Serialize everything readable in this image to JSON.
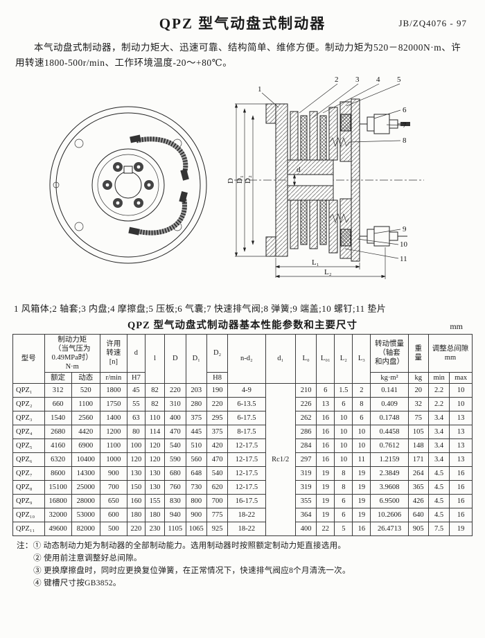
{
  "page": {
    "title": "QPZ 型气动盘式制动器",
    "standard": "JB/ZQ4076 - 97",
    "intro": "本气动盘式制动器，制动力矩大、迅速可靠、结构简单、维修方便。制动力矩为520－82000N·m、许用转速1800-500r/min、工作环境温度-20～+80℃。",
    "parts_list": "1 风箱体;2 轴套;3 内盘;4 摩擦盘;5 压板;6 气囊;7 快速排气阀;8 弹簧;9 端盖;10 螺钉;11 垫片",
    "table_title": "QPZ 型气动盘式制动器基本性能参数和主要尺寸",
    "table_unit": "mm"
  },
  "drawing": {
    "callouts": [
      "1",
      "2",
      "3",
      "4",
      "5",
      "6",
      "7",
      "8",
      "9",
      "10",
      "11"
    ],
    "dim_labels": {
      "D": "D",
      "D1": "D₁",
      "D2": "D₂",
      "d": "d",
      "L1": "L₁",
      "L2": "L₂"
    }
  },
  "table": {
    "headers": {
      "model": "型号",
      "torque": "制动力矩\n（当气压为\n0.49MPa时）\nN·m",
      "rated": "额定",
      "dynamic": "动态",
      "speed": "许用\n转速\n[n]",
      "speed_unit": "r/min",
      "d": "d",
      "d_fit": "H7",
      "l": "l",
      "D": "D",
      "D1": "D₁",
      "D2": "D₂",
      "D2_fit": "H8",
      "n_d2": "n-d₂",
      "d1": "d₁",
      "L0": "L₀",
      "L01": "L₀₁",
      "L2": "L₂",
      "L3": "L₃",
      "inertia": "转动惯量\n（轴套\n和内盘）",
      "inertia_unit": "kg·m²",
      "weight": "重\n量",
      "weight_unit": "kg",
      "gap": "调整总间隙\nmm",
      "gap_min": "min",
      "gap_max": "max"
    },
    "d1_value": "Rc1/2",
    "rows": [
      {
        "model": "QPZ₁",
        "cells": [
          "312",
          "520",
          "1800",
          "45",
          "82",
          "220",
          "203",
          "190",
          "4-9",
          "210",
          "6",
          "1.5",
          "2",
          "0.141",
          "20",
          "2.2",
          "10"
        ]
      },
      {
        "model": "QPZ₂",
        "cells": [
          "660",
          "1100",
          "1750",
          "55",
          "82",
          "310",
          "280",
          "220",
          "6-13.5",
          "226",
          "13",
          "6",
          "8",
          "0.409",
          "32",
          "2.2",
          "10"
        ]
      },
      {
        "model": "QPZ₃",
        "cells": [
          "1540",
          "2560",
          "1400",
          "63",
          "110",
          "400",
          "375",
          "295",
          "6-17.5",
          "262",
          "16",
          "10",
          "6",
          "0.1748",
          "75",
          "3.4",
          "13"
        ]
      },
      {
        "model": "QPZ₄",
        "cells": [
          "2680",
          "4420",
          "1200",
          "80",
          "114",
          "470",
          "445",
          "375",
          "8-17.5",
          "286",
          "16",
          "10",
          "10",
          "0.4458",
          "105",
          "3.4",
          "13"
        ]
      },
      {
        "model": "QPZ₅",
        "cells": [
          "4160",
          "6900",
          "1100",
          "100",
          "120",
          "540",
          "510",
          "420",
          "12-17.5",
          "284",
          "16",
          "10",
          "10",
          "0.7612",
          "148",
          "3.4",
          "13"
        ]
      },
      {
        "model": "QPZ₆",
        "cells": [
          "6320",
          "10400",
          "1000",
          "120",
          "120",
          "590",
          "560",
          "470",
          "12-17.5",
          "297",
          "16",
          "10",
          "11",
          "1.2159",
          "171",
          "3.4",
          "13"
        ]
      },
      {
        "model": "QPZ₇",
        "cells": [
          "8600",
          "14300",
          "900",
          "130",
          "130",
          "680",
          "648",
          "540",
          "12-17.5",
          "319",
          "19",
          "8",
          "19",
          "2.3849",
          "264",
          "4.5",
          "16"
        ]
      },
      {
        "model": "QPZ₈",
        "cells": [
          "15100",
          "25000",
          "700",
          "150",
          "130",
          "760",
          "730",
          "620",
          "12-17.5",
          "319",
          "19",
          "8",
          "19",
          "3.9608",
          "365",
          "4.5",
          "16"
        ]
      },
      {
        "model": "QPZ₉",
        "cells": [
          "16800",
          "28000",
          "650",
          "160",
          "155",
          "830",
          "800",
          "700",
          "16-17.5",
          "355",
          "19",
          "6",
          "19",
          "6.9500",
          "426",
          "4.5",
          "16"
        ]
      },
      {
        "model": "QPZ₁₀",
        "cells": [
          "32000",
          "53000",
          "600",
          "180",
          "180",
          "940",
          "900",
          "775",
          "18-22",
          "364",
          "19",
          "6",
          "19",
          "10.2606",
          "640",
          "4.5",
          "16"
        ]
      },
      {
        "model": "QPZ₁₁",
        "cells": [
          "49600",
          "82000",
          "500",
          "220",
          "230",
          "1105",
          "1065",
          "925",
          "18-22",
          "400",
          "22",
          "5",
          "16",
          "26.4713",
          "905",
          "7.5",
          "19"
        ]
      }
    ]
  },
  "notes": [
    "注：① 动态制动力矩为制动器的全部制动能力。选用制动器时按照额定制动力矩直接选用。",
    "② 使用前注意调整好总间隙。",
    "③ 更换摩擦盘时，同时应更换复位弹簧，在正常情况下，快速排气阀应8个月清洗一次。",
    "④ 键槽尺寸按GB3852。"
  ]
}
